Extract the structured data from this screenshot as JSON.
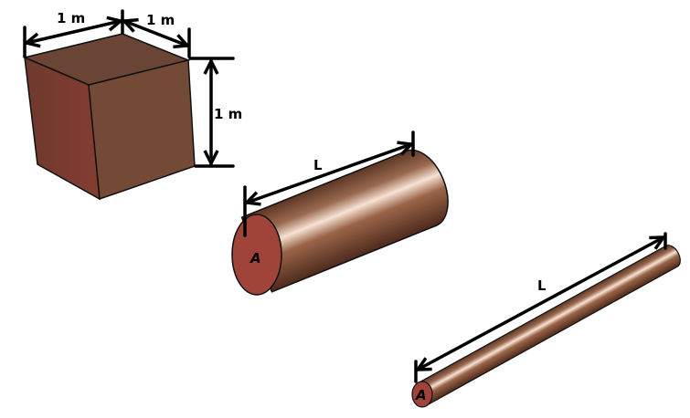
{
  "cube": {
    "width_label": "1 m",
    "depth_label": "1 m",
    "height_label": "1 m",
    "colors": {
      "top": "#6a4434",
      "left": "#7d3a2e",
      "right": "#724a36"
    }
  },
  "short_cylinder": {
    "length_label": "L",
    "area_label": "A"
  },
  "long_rod": {
    "length_label": "L",
    "area_label": "A"
  },
  "colors": {
    "copper_dark": "#5a3222",
    "copper_mid": "#9a6a50",
    "copper_highlight": "#f7e2d4",
    "end_face": "#a0443a"
  }
}
